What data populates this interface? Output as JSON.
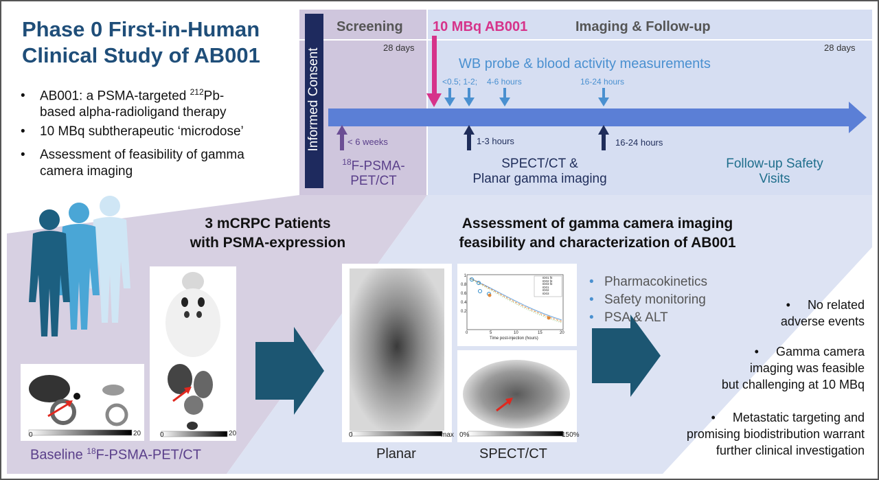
{
  "title": {
    "line1": "Phase 0 First-in-Human",
    "line2": "Clinical Study of AB001"
  },
  "intro_bullets": [
    {
      "pre": "AB001: a PSMA-targeted ",
      "sup": "212",
      "post": "Pb-",
      "line2": "based alpha-radioligand therapy"
    },
    {
      "line1": "10 MBq subtherapeutic ‘microdose’"
    },
    {
      "line1": "Assessment of feasibility of gamma",
      "line2": "camera imaging"
    }
  ],
  "bullet_symbol": "•",
  "timeline": {
    "consent_label": "Informed Consent",
    "screening": "Screening",
    "screening_days": "28 days",
    "dose": "10 MBq AB001",
    "imaging": "Imaging & Follow-up",
    "imaging_days": "28 days",
    "wb_label": "WB probe & blood activity measurements",
    "wb_times": [
      "<0.5; 1-2;",
      "4-6 hours",
      "16-24 hours"
    ],
    "pet_time": "< 6 weeks",
    "pet_sup": "18",
    "pet_label_line1": "F-PSMA-",
    "pet_label_line2": "PET/CT",
    "imaging_times": [
      "1-3 hours",
      "16-24 hours"
    ],
    "spect_line1": "SPECT/CT &",
    "spect_line2": "Planar gamma imaging",
    "followup_line1": "Follow-up Safety",
    "followup_line2": "Visits"
  },
  "patients": {
    "line1": "3 mCRPC Patients",
    "line2": "with PSMA-expression"
  },
  "assessment": {
    "line1": "Assessment of gamma camera imaging",
    "line2": "feasibility and characterization of AB001"
  },
  "pet_images": {
    "scale_min": "0",
    "scale_max": "20",
    "caption_pre": "Baseline ",
    "caption_sup": "18",
    "caption_post": "F-PSMA-PET/CT"
  },
  "planar": {
    "scale_min": "0",
    "scale_max": "max",
    "caption": "Planar"
  },
  "spect": {
    "scale_min": "0%",
    "scale_max": "150%",
    "caption": "SPECT/CT"
  },
  "pk_chart": {
    "xlabel": "Time post-injection (hours)",
    "xticks": [
      "0",
      "5",
      "10",
      "15",
      "20"
    ],
    "yticks": [
      "1",
      "0.8",
      "0.6",
      "0.4",
      "0.2"
    ],
    "legend": [
      "ID01 fit",
      "ID02 fit",
      "ID03 fit",
      "ID01",
      "ID02",
      "ID03"
    ]
  },
  "monitor_bullets": [
    "Pharmacokinetics",
    "Safety monitoring",
    "PSA & ALT"
  ],
  "findings": [
    {
      "line1": "No related",
      "line2": "adverse events"
    },
    {
      "line1": "Gamma camera",
      "line2": "imaging was feasible",
      "line3": "but challenging at 10 MBq"
    },
    {
      "line1": "Metastatic targeting and",
      "line2": "promising biodistribution warrant",
      "line3": "further clinical investigation"
    }
  ],
  "colors": {
    "title": "#1f4e79",
    "dose": "#d6338a",
    "timeline_arrow": "#5b7fd6",
    "big_arrow": "#1c5672",
    "screening_bg": "#cfc6dd",
    "imaging_bg": "#d6def2"
  }
}
